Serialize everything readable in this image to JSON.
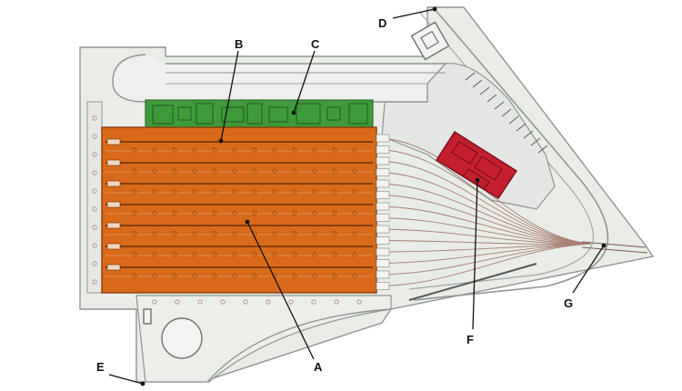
{
  "plan": {
    "callouts": [
      {
        "id": "A",
        "label": "A",
        "target": "train-shed"
      },
      {
        "id": "B",
        "label": "B",
        "target": "platform-edge"
      },
      {
        "id": "C",
        "label": "C",
        "target": "station-building"
      },
      {
        "id": "D",
        "label": "D",
        "target": "road-entrance"
      },
      {
        "id": "E",
        "label": "E",
        "target": "site-corner"
      },
      {
        "id": "F",
        "label": "F",
        "target": "service-building"
      },
      {
        "id": "G",
        "label": "G",
        "target": "track-throat"
      }
    ],
    "colors": {
      "train_shed": "#d86a1a",
      "station_building": "#3e9a3a",
      "service_building": "#c41f2e",
      "site": "#e9ece7",
      "outline": "#8f9691",
      "tracks": "#a87f72",
      "text": "#111111"
    }
  }
}
